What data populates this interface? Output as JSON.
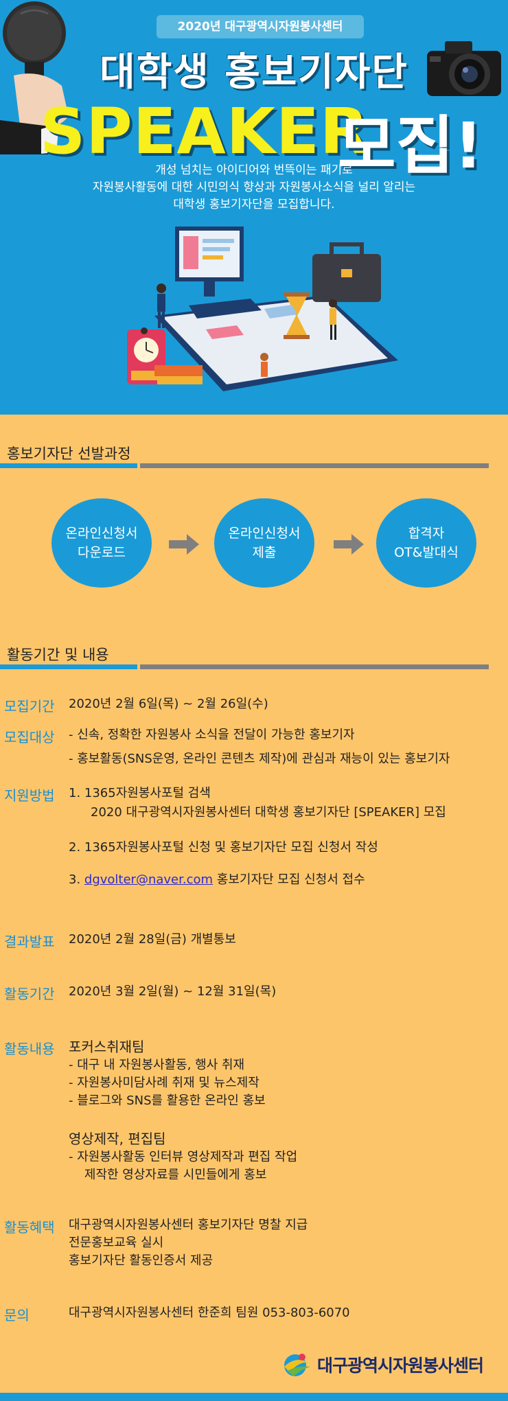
{
  "hero": {
    "pill": "2020년 대구광역시자원봉사센터",
    "title_line1": "대학생 홍보기자단",
    "title_speaker": "SPEAKER",
    "title_recruit": "모집!",
    "intro": [
      "개성 넘치는 아이디어와 번뜩이는 패기로",
      "자원봉사활동에 대한 시민의식 향상과 자원봉사소식을 널리 알리는",
      "대학생 홍보기자단을 모집합니다."
    ]
  },
  "selection": {
    "heading": "홍보기자단 선발과정",
    "steps": [
      {
        "line1": "온라인신청서",
        "line2": "다운로드"
      },
      {
        "line1": "온라인신청서",
        "line2": "제출"
      },
      {
        "line1": "합격자",
        "line2": "OT&발대식"
      }
    ]
  },
  "activity": {
    "heading": "활동기간 및 내용",
    "rows": {
      "period_recruit": {
        "label": "모집기간",
        "text": "2020년 2월 6일(목) ~ 2월 26일(수)"
      },
      "target": {
        "label": "모집대상",
        "lines": [
          "- 신속, 정확한 자원봉사 소식을 전달이 가능한 홍보기자",
          "- 홍보활동(SNS운영, 온라인 콘텐츠 제작)에 관심과 재능이 있는 홍보기자"
        ]
      },
      "apply": {
        "label": "지원방법",
        "step1a": "1.   1365자원봉사포털 검색",
        "step1b": "2020 대구광역시자원봉사센터 대학생 홍보기자단 [SPEAKER] 모집",
        "step2": "2. 1365자원봉사포털 신청 및 홍보기자단 모집 신청서 작성",
        "step3_prefix": "3. ",
        "step3_email": "dgvolter@naver.com",
        "step3_suffix": " 홍보기자단 모집 신청서 접수"
      },
      "result": {
        "label": "결과발표",
        "text": "2020년 2월 28일(금) 개별통보"
      },
      "period_activity": {
        "label": "활동기간",
        "text": "2020년 3월 2일(월) ~ 12월 31일(목)"
      },
      "content": {
        "label": "활동내용",
        "team1": "포커스취재팀",
        "team1_items": [
          "-  대구 내 자원봉사활동, 행사 취재",
          "-  자원봉사미담사례 취재 및 뉴스제작",
          "-  블로그와 SNS를 활용한 온라인 홍보"
        ],
        "team2": "영상제작, 편집팀",
        "team2_items": [
          "-  자원봉사활동 인터뷰 영상제작과 편집 작업",
          "    제작한 영상자료를 시민들에게 홍보"
        ]
      },
      "benefit": {
        "label": "활동혜택",
        "lines": [
          "대구광역시자원봉사센터 홍보기자단 명찰 지급",
          "전문홍보교육 실시",
          "홍보기자단 활동인증서 제공"
        ]
      },
      "contact": {
        "label": "문의",
        "text": "대구광역시자원봉사센터 한준희 팀원 053-803-6070"
      }
    }
  },
  "footer": {
    "org_name": "대구광역시자원봉사센터"
  },
  "colors": {
    "accent_blue": "#1a9bd7",
    "background": "#fdc56a",
    "title_yellow": "#f7f01c"
  }
}
